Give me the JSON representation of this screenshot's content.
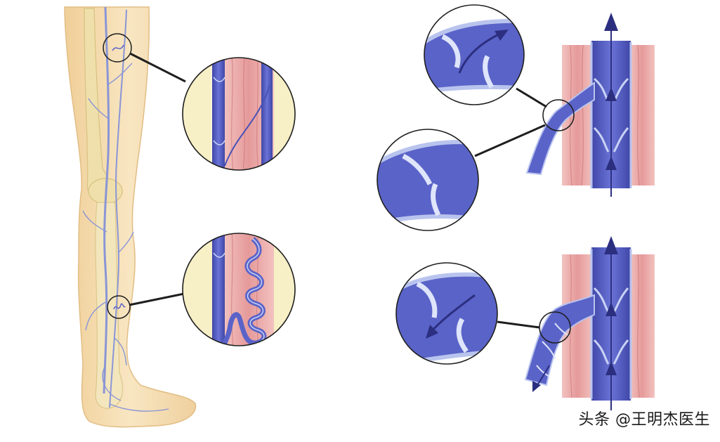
{
  "watermark": {
    "text": "头条 @王明杰医生",
    "logo_text": "头条"
  },
  "panels": {
    "leg": {
      "name": "leg-anatomy"
    },
    "healthy_vein_zoom": {
      "name": "healthy-vein-zoom"
    },
    "varicose_vein_zoom": {
      "name": "varicose-vein-zoom"
    },
    "healthy_valve_flow": {
      "name": "healthy-valve-flow"
    },
    "faulty_valve_flow": {
      "name": "faulty-valve-flow"
    }
  },
  "colors": {
    "skin": "#f4dcae",
    "skin_light": "#f9ecd0",
    "bone": "#efe2b6",
    "vein": "#5a63c8",
    "vein_dark": "#3a3f9a",
    "vein_light": "#b9c4ee",
    "muscle": "#e8a7a6",
    "muscle_dark": "#c96f72",
    "tissue": "#f7efc6",
    "line": "#1e1e1e"
  }
}
